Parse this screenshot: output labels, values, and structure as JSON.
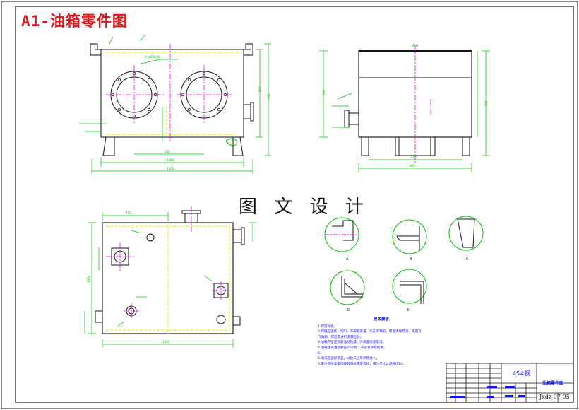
{
  "title": "A1-油箱零件图",
  "watermark": "图 文 设 计",
  "section_label": "A-A",
  "detail_labels": [
    "A",
    "B",
    "C",
    "D",
    "E"
  ],
  "technical_notes": {
    "heading": "技术要求",
    "lines": [
      "1.焊前除锈。",
      "2.焊缝应连续、均匀，不得有夹渣、气孔等缺陷，焊后清除焊渣、毛刺及",
      "  飞溅物，焊后需进行渗漏检验。",
      "3.油箱内壁应涂耐油防锈漆，外表面喷涂底漆。",
      "4.油箱注满油后静置24小时，不得有渗漏现象。",
      "5.",
      "5.清洗后盖好箱盖，以防灰尘等杂物进入。",
      "6.未注焊缝高度均按较薄板厚度焊接，未注尺寸公差按IT14。"
    ]
  },
  "title_block": {
    "material": "45#钢",
    "drawing_name": "油箱零件图",
    "drawing_code": "Jxdz-07-05"
  },
  "colors": {
    "border": "#111111",
    "outline": "#111111",
    "dimension": "#00c000",
    "centerline": "#ff00ff",
    "hidden": "#e8e800",
    "annotation": "#1010ff",
    "title": "#e0141a"
  }
}
